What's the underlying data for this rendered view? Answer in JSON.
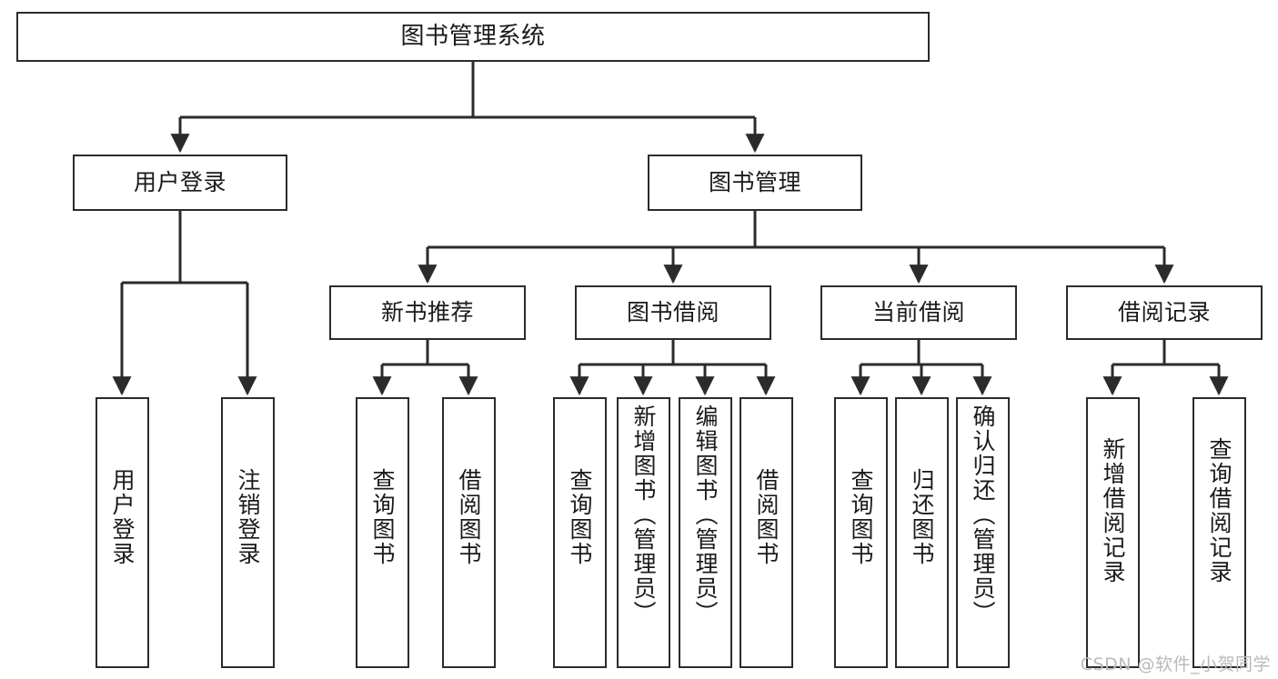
{
  "diagram": {
    "type": "tree",
    "title": "图书管理系统",
    "orientation": "top-down",
    "colors": {
      "node_border": "#2b2b2b",
      "node_fill": "#ffffff",
      "edge": "#2b2b2b",
      "text": "#1a1a1a",
      "watermark": "#b9b9b9"
    },
    "nodes": {
      "root": {
        "label": "图书管理系统",
        "level": 1
      },
      "user_login": {
        "label": "用户登录",
        "level": 2
      },
      "book_manage": {
        "label": "图书管理",
        "level": 2
      },
      "new_book_rec": {
        "label": "新书推荐",
        "level": 3
      },
      "book_borrow": {
        "label": "图书借阅",
        "level": 3
      },
      "current_borrow": {
        "label": "当前借阅",
        "level": 3
      },
      "borrow_record": {
        "label": "借阅记录",
        "level": 3
      },
      "leaf_user_login": {
        "label": "用户登录",
        "level": 4
      },
      "leaf_logout": {
        "label": "注销登录",
        "level": 4
      },
      "leaf_query_book_a": {
        "label": "查询图书",
        "level": 4
      },
      "leaf_borrow_book_a": {
        "label": "借阅图书",
        "level": 4
      },
      "leaf_query_book_b": {
        "label": "查询图书",
        "level": 4
      },
      "leaf_add_book": {
        "label": "新增图书（管理员）",
        "level": 4
      },
      "leaf_edit_book": {
        "label": "编辑图书（管理员）",
        "level": 4
      },
      "leaf_borrow_book_b": {
        "label": "借阅图书",
        "level": 4
      },
      "leaf_query_book_c": {
        "label": "查询图书",
        "level": 4
      },
      "leaf_return_book": {
        "label": "归还图书",
        "level": 4
      },
      "leaf_confirm_return": {
        "label": "确认归还（管理员）",
        "level": 4
      },
      "leaf_add_record": {
        "label": "新增借阅记录",
        "level": 4
      },
      "leaf_query_record": {
        "label": "查询借阅记录",
        "level": 4
      }
    },
    "edges": [
      {
        "from": "root",
        "to": "user_login"
      },
      {
        "from": "root",
        "to": "book_manage"
      },
      {
        "from": "user_login",
        "to": "leaf_user_login"
      },
      {
        "from": "user_login",
        "to": "leaf_logout"
      },
      {
        "from": "book_manage",
        "to": "new_book_rec"
      },
      {
        "from": "book_manage",
        "to": "book_borrow"
      },
      {
        "from": "book_manage",
        "to": "current_borrow"
      },
      {
        "from": "book_manage",
        "to": "borrow_record"
      },
      {
        "from": "new_book_rec",
        "to": "leaf_query_book_a"
      },
      {
        "from": "new_book_rec",
        "to": "leaf_borrow_book_a"
      },
      {
        "from": "book_borrow",
        "to": "leaf_query_book_b"
      },
      {
        "from": "book_borrow",
        "to": "leaf_add_book"
      },
      {
        "from": "book_borrow",
        "to": "leaf_edit_book"
      },
      {
        "from": "book_borrow",
        "to": "leaf_borrow_book_b"
      },
      {
        "from": "current_borrow",
        "to": "leaf_query_book_c"
      },
      {
        "from": "current_borrow",
        "to": "leaf_return_book"
      },
      {
        "from": "current_borrow",
        "to": "leaf_confirm_return"
      },
      {
        "from": "borrow_record",
        "to": "leaf_add_record"
      },
      {
        "from": "borrow_record",
        "to": "leaf_query_record"
      }
    ]
  },
  "watermark": {
    "text": "CSDN @软件_小贺同学"
  }
}
